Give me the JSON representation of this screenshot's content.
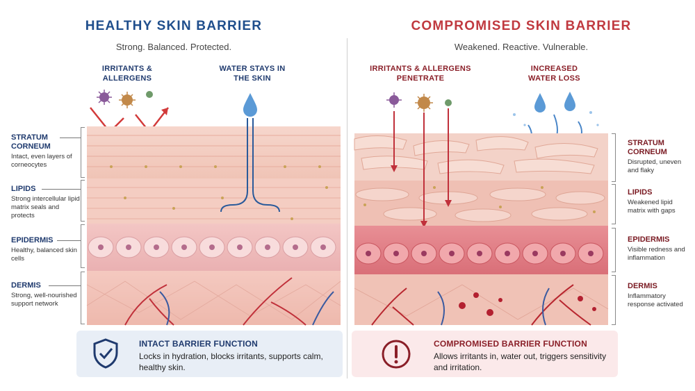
{
  "healthy": {
    "title": "HEALTHY SKIN BARRIER",
    "subtitle": "Strong. Balanced. Protected.",
    "irritants_label": "IRRITANTS & ALLERGENS",
    "water_label": "WATER STAYS IN THE SKIN",
    "layers": [
      {
        "name": "STRATUM CORNEUM",
        "desc": "Intact, even layers of corneocytes"
      },
      {
        "name": "LIPIDS",
        "desc": "Strong intercellular lipid matrix seals and protects"
      },
      {
        "name": "EPIDERMIS",
        "desc": "Healthy, balanced skin cells"
      },
      {
        "name": "DERMIS",
        "desc": "Strong, well-nourished support network"
      }
    ],
    "box_title": "INTACT BARRIER FUNCTION",
    "box_desc": "Locks in hydration, blocks irritants, supports calm, healthy skin.",
    "accent": "#1f4e8c",
    "box_bg": "#e8eef6"
  },
  "compromised": {
    "title": "COMPROMISED SKIN BARRIER",
    "subtitle": "Weakened. Reactive. Vulnerable.",
    "irritants_label": "IRRITANTS & ALLERGENS PENETRATE",
    "water_label": "INCREASED WATER LOSS",
    "layers": [
      {
        "name": "STRATUM CORNEUM",
        "desc": "Disrupted, uneven and flaky"
      },
      {
        "name": "LIPIDS",
        "desc": "Weakened lipid matrix with gaps"
      },
      {
        "name": "EPIDERMIS",
        "desc": "Visible redness and inflammation"
      },
      {
        "name": "DERMIS",
        "desc": "Inflammatory response activated"
      }
    ],
    "box_title": "COMPROMISED BARRIER FUNCTION",
    "box_desc": "Allows irritants in, water out, triggers sensitivity and irritation.",
    "accent": "#c0393f",
    "box_bg": "#fbe9ea"
  },
  "icons": [
    "virus-purple-icon",
    "virus-orange-icon",
    "virus-green-icon",
    "water-drop-icon",
    "shield-check-icon",
    "warning-circle-icon"
  ]
}
